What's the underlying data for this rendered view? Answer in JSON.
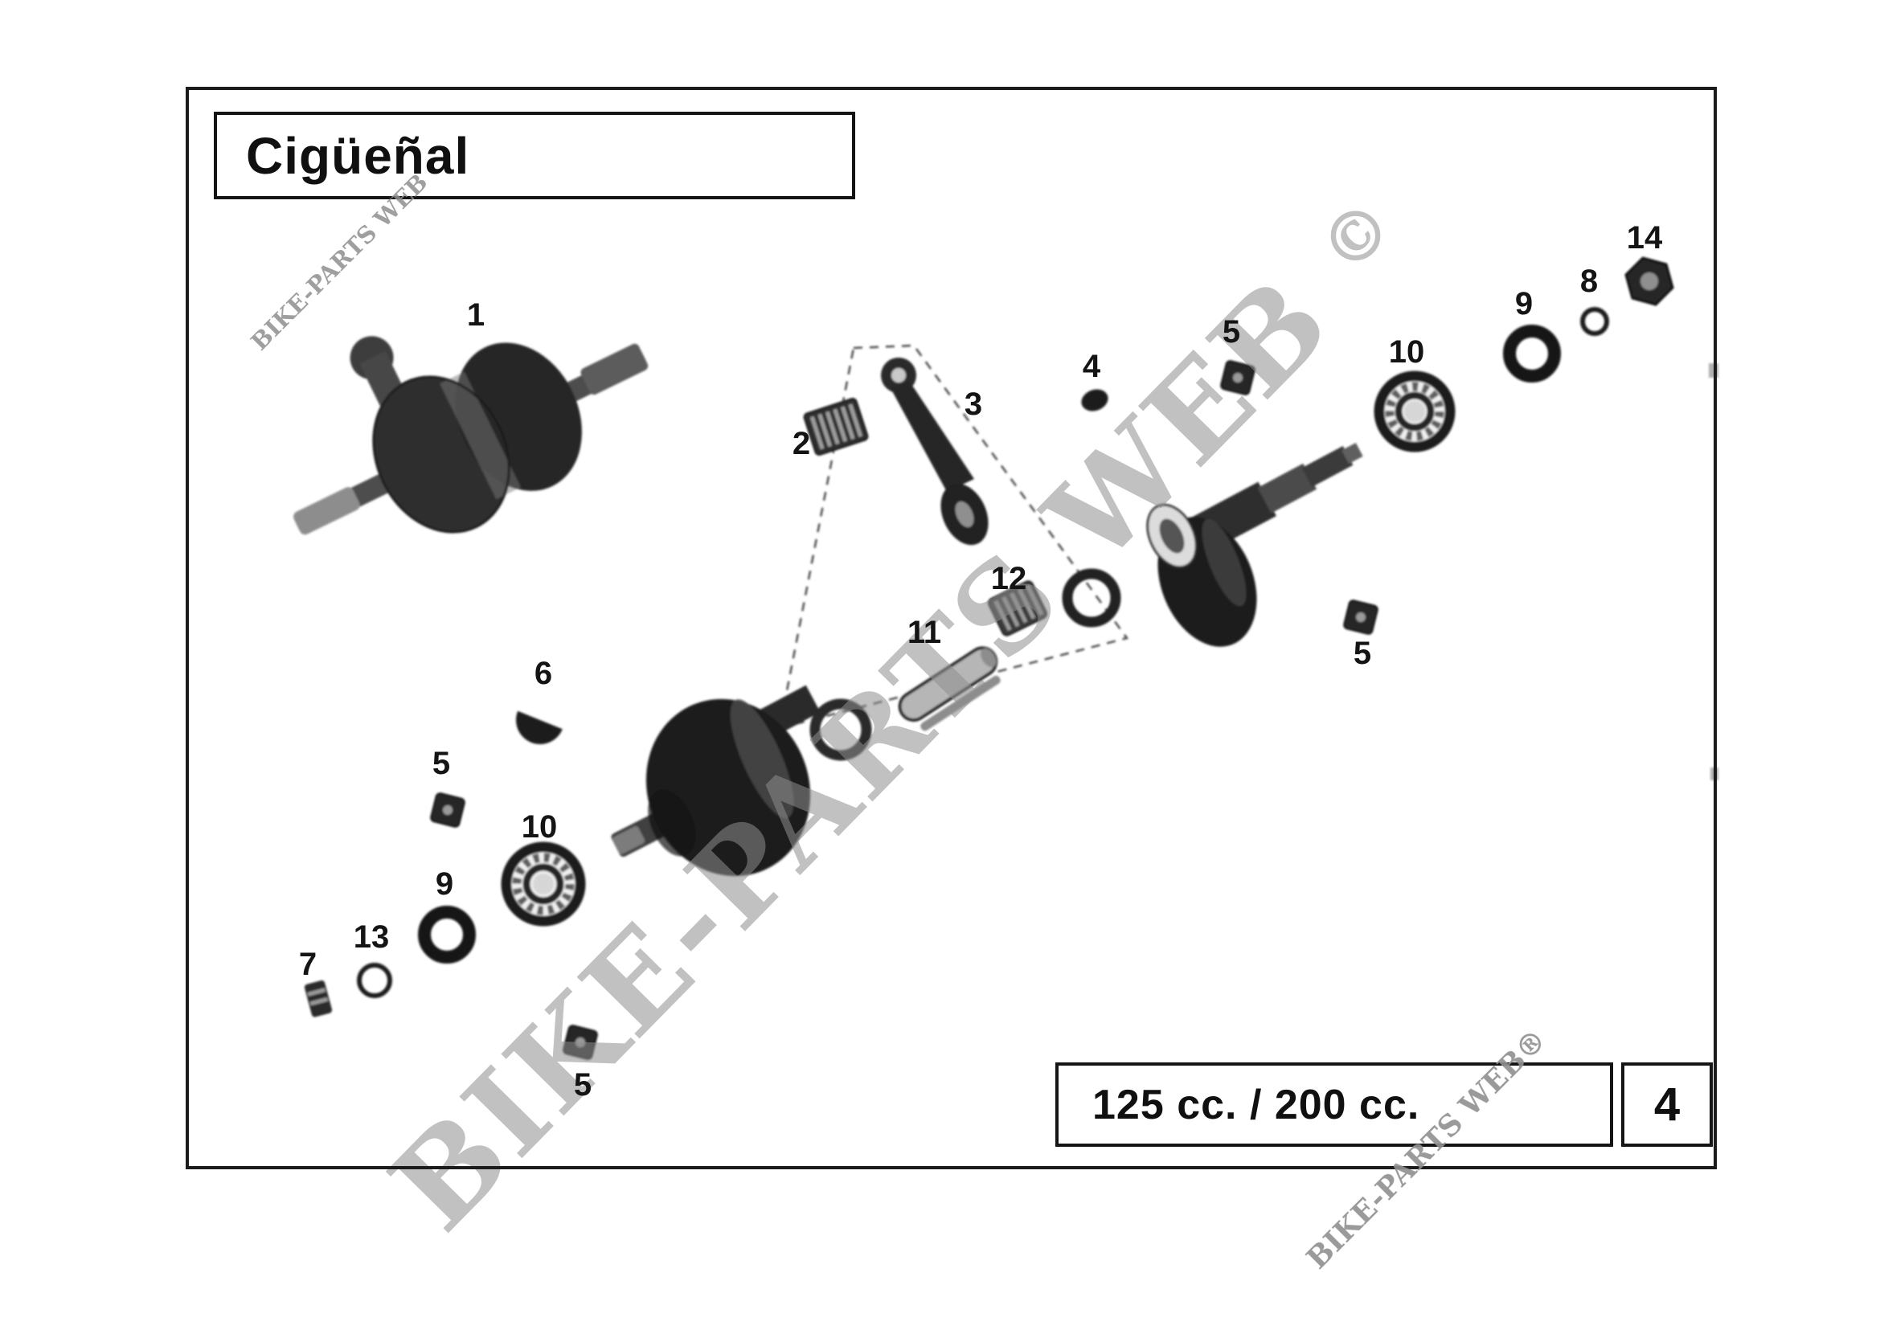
{
  "header": {
    "title": "Cigüeñal"
  },
  "footer": {
    "displacement": "125 cc. / 200 cc.",
    "page_number": "4"
  },
  "watermarks": {
    "main": "BIKE-PARTS WEB",
    "main_mark": "©",
    "top_left": "BIKE-PARTS WEB",
    "bottom_right": "BIKE-PARTS WEB®"
  },
  "diagram": {
    "part_labels": [
      {
        "text": "1"
      },
      {
        "text": "2"
      },
      {
        "text": "3"
      },
      {
        "text": "4"
      },
      {
        "text": "5"
      },
      {
        "text": "10"
      },
      {
        "text": "9"
      },
      {
        "text": "8"
      },
      {
        "text": "14"
      },
      {
        "text": "12"
      },
      {
        "text": "11"
      },
      {
        "text": "5"
      },
      {
        "text": "6"
      },
      {
        "text": "5"
      },
      {
        "text": "10"
      },
      {
        "text": "9"
      },
      {
        "text": "13"
      },
      {
        "text": "7"
      },
      {
        "text": "5"
      }
    ]
  }
}
